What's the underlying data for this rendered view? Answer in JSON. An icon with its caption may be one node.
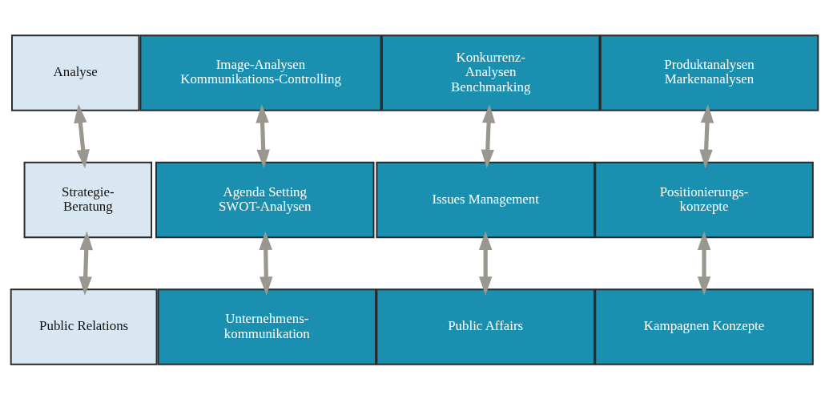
{
  "diagram": {
    "nodes": [
      {
        "text": [
          "Analyse"
        ]
      },
      {
        "text": [
          "Image-Analysen",
          "Kommunikations-Controlling"
        ]
      },
      {
        "text": [
          "Konkurrenz- Analysen",
          "Benchmarking"
        ]
      },
      {
        "text": [
          "Produktanalysen",
          "Markenanalysen"
        ]
      },
      {
        "text": [
          "Strategie- Beratung"
        ]
      },
      {
        "text": [
          "Agenda Setting",
          "SWOT-Analysen"
        ]
      },
      {
        "text": [
          "Issues Management"
        ]
      },
      {
        "text": [
          "Positionierungs- konzepte"
        ]
      },
      {
        "text": [
          "Public Relations"
        ]
      },
      {
        "text": [
          "Unternehmens- kommunikation"
        ]
      },
      {
        "text": [
          "Public Affairs"
        ]
      },
      {
        "text": [
          "Kampagnen Konzepte"
        ]
      }
    ],
    "edges": [
      {
        "from": 0,
        "to": 4,
        "arrow": "both"
      },
      {
        "from": 1,
        "to": 5,
        "arrow": "both"
      },
      {
        "from": 2,
        "to": 6,
        "arrow": "both"
      },
      {
        "from": 3,
        "to": 7,
        "arrow": "both"
      },
      {
        "from": 4,
        "to": 8,
        "arrow": "both"
      },
      {
        "from": 5,
        "to": 9,
        "arrow": "both"
      },
      {
        "from": 6,
        "to": 10,
        "arrow": "both"
      },
      {
        "from": 7,
        "to": 11,
        "arrow": "both"
      }
    ]
  }
}
